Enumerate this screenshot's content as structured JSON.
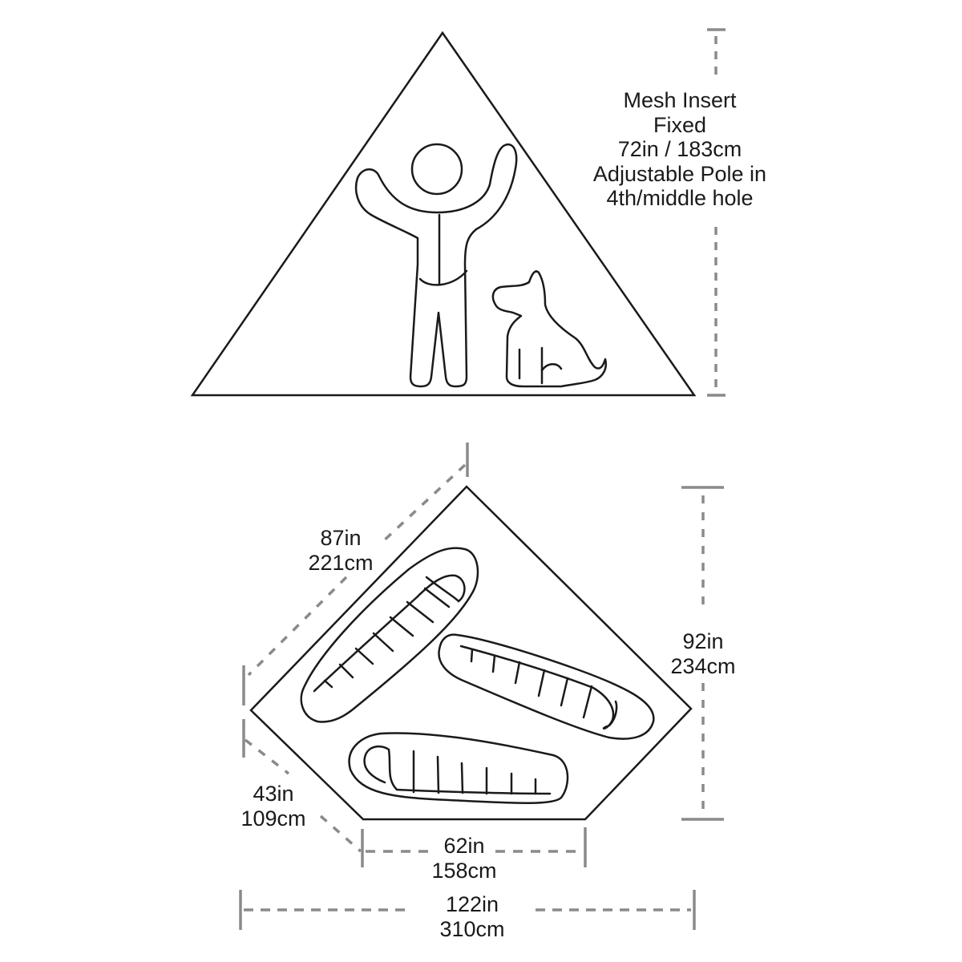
{
  "side_view": {
    "title_lines": [
      "Mesh Insert",
      "Fixed",
      "72in / 183cm",
      "Adjustable Pole in",
      "4th/middle hole"
    ],
    "height_in": 72,
    "height_cm": 183
  },
  "floor_plan": {
    "side_length": {
      "in": "87in",
      "cm": "221cm"
    },
    "depth": {
      "in": "92in",
      "cm": "234cm"
    },
    "short_side": {
      "in": "43in",
      "cm": "109cm"
    },
    "door_edge": {
      "in": "62in",
      "cm": "158cm"
    },
    "total_width": {
      "in": "122in",
      "cm": "310cm"
    }
  },
  "colors": {
    "line": "#1a1a1a",
    "dimension": "#8a8a8a",
    "background": "#ffffff"
  },
  "icons": [
    "person-icon",
    "dog-icon",
    "sleeping-bag-icon"
  ]
}
